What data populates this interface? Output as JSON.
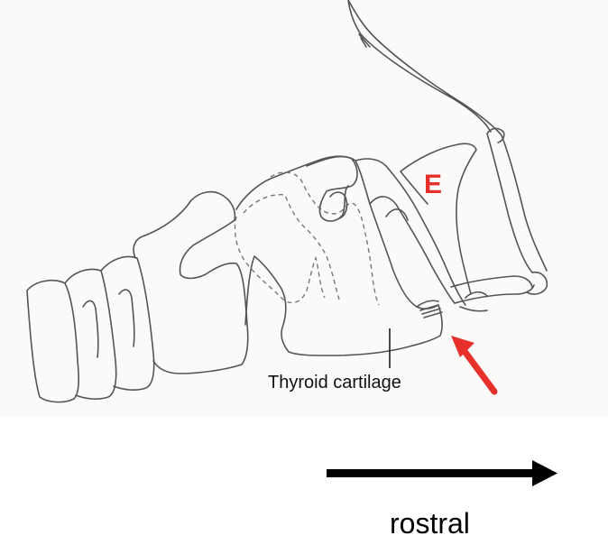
{
  "labels": {
    "epiglottis": "E",
    "thyroid_cartilage": "Thyroid cartilage",
    "direction": "rostral"
  },
  "colors": {
    "annotation_red": "#e8302a",
    "outline": "#555555",
    "direction_arrow": "#000000"
  },
  "icons": {
    "pointer": "red-pointer-arrow-icon",
    "direction": "right-arrow-icon"
  }
}
